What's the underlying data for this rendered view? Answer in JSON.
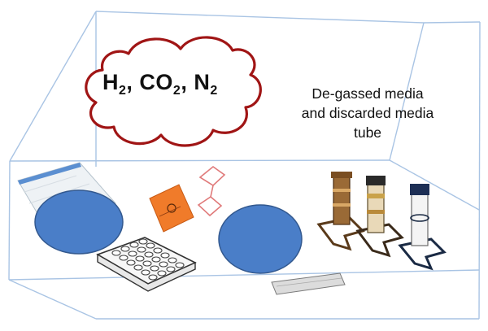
{
  "gas": {
    "h2": "H",
    "h2_sub": "2",
    "sep1": ", ",
    "co2": "CO",
    "co2_sub": "2",
    "sep2": ", ",
    "n2": "N",
    "n2_sub": "2"
  },
  "media_label": {
    "line1": "De-gassed media",
    "line2": "and discarded media",
    "line3": "tube"
  },
  "colors": {
    "chamber_edge": "#a9c4e4",
    "cloud_outline": "#a01515",
    "dish": "#4a7ec8",
    "dish_edge": "#33598f",
    "bag_orange": "#f07b2a"
  }
}
